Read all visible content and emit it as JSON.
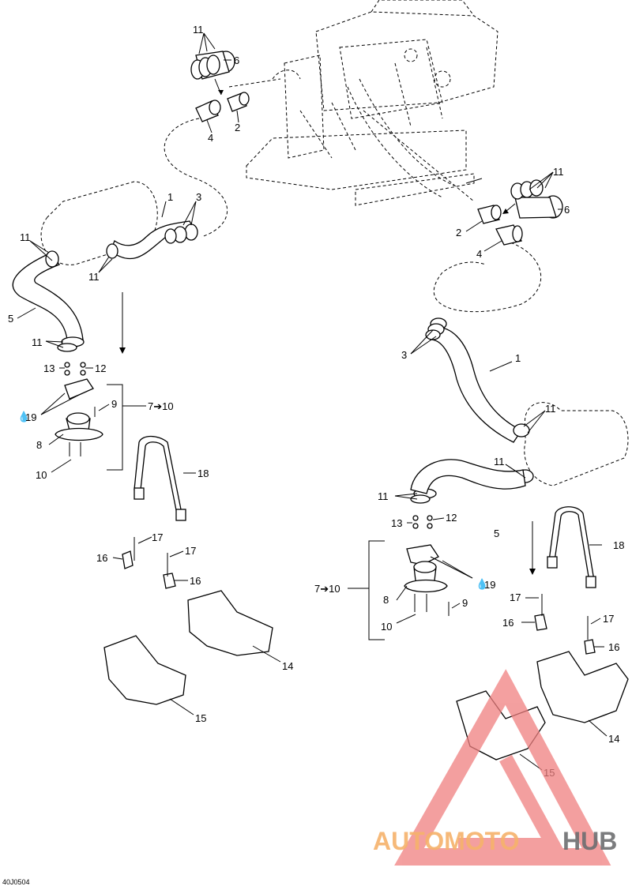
{
  "callouts": {
    "n1": "1",
    "n2": "2",
    "n3": "3",
    "n4": "4",
    "n5": "5",
    "n6": "6",
    "n8": "8",
    "n9": "9",
    "n10": "10",
    "n11": "11",
    "n12": "12",
    "n13": "13",
    "n14": "14",
    "n15": "15",
    "n16": "16",
    "n17": "17",
    "n18": "18",
    "n7to10": "7➔10",
    "n19": "19"
  },
  "watermark": {
    "part1": "AUTOMOTO",
    "part2": "HUB",
    "color1": "#f6b26b",
    "color2": "#6d6e71",
    "triangle_color": "#f08080"
  },
  "figure_code": "40J0504"
}
